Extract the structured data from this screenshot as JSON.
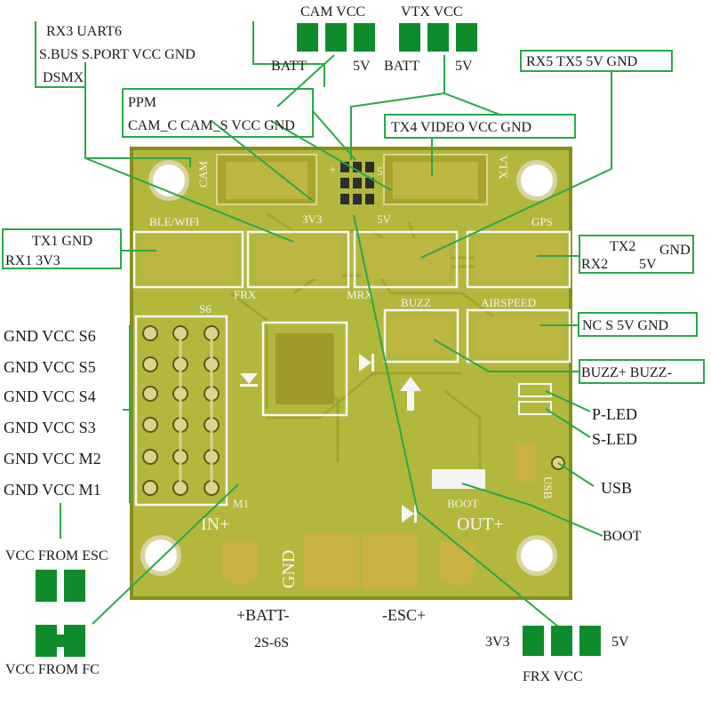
{
  "colors": {
    "board": "#b3b83d",
    "board_edge": "#8a8d1c",
    "copper": "#a8a32a",
    "pad": "#c9b240",
    "callout": "#2aa84a",
    "pin_green": "#0e8c2c",
    "silk": "#f5f5f5"
  },
  "callouts": {
    "cam_vcc": "CAM VCC",
    "vtx_vcc": "VTX VCC",
    "batt_left": "BATT",
    "five_v_left": "5V",
    "batt_right": "BATT",
    "five_v_right": "5V",
    "uart6_line1": "RX3   UART6",
    "uart6_line2": "S.BUS  S.PORT VCC GND",
    "uart6_line3": "DSMX",
    "ppm": "PPM",
    "cam_pins": "CAM_C CAM_S VCC GND",
    "tx4": "TX4 VIDEO VCC GND",
    "rx5": "RX5 TX5 5V GND",
    "tx1_line1": "TX1   GND",
    "tx1_line2": "RX1  3V3",
    "rx2": "RX2",
    "tx2": "TX2",
    "rx2_5v": "5V",
    "rx2_gnd": "GND",
    "airspeed": "NC S 5V GND",
    "buzz": "BUZZ+ BUZZ-",
    "p_led": "P-LED",
    "s_led": "S-LED",
    "usb": "USB",
    "boot": "BOOT",
    "outputs": [
      "GND VCC S6",
      "GND VCC S5",
      "GND VCC S4",
      "GND VCC S3",
      "GND VCC M2",
      "GND VCC M1"
    ],
    "vcc_from_esc": "VCC FROM ESC",
    "vcc_from_fc": "VCC FROM FC",
    "batt_main": "+BATT-",
    "batt_range": "2S-6S",
    "esc_main": "-ESC+",
    "frx_3v3": "3V3",
    "frx_5v": "5V",
    "frx_vcc": "FRX VCC"
  },
  "silkscreen": {
    "cam": "CAM",
    "vtx": "VTX",
    "plus": "+",
    "five": "5",
    "three_v_three": "3V3",
    "five_v": "5V",
    "ble_wifi": "BLE/WIFI",
    "gps": "GPS",
    "frx": "FRX",
    "mrx": "MRX",
    "buzz": "BUZZ",
    "airspeed": "AIRSPEED",
    "s6": "S6",
    "m1": "M1",
    "in_plus": "IN+",
    "out_plus": "OUT+",
    "boot": "BOOT",
    "usb": "USB",
    "gnd": "GND"
  }
}
